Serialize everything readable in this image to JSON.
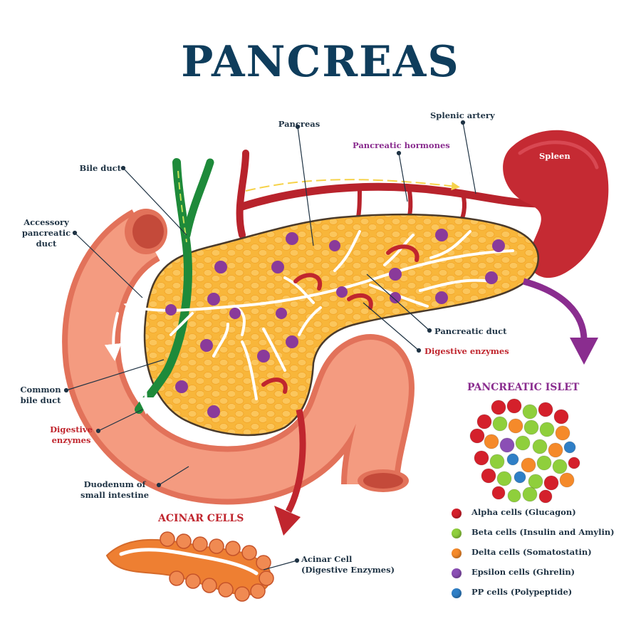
{
  "title": "PANCREAS",
  "labels": {
    "pancreas": "Pancreas",
    "splenic_artery": "Splenic artery",
    "pancreatic_hormones": "Pancreatic hormones",
    "spleen": "Spleen",
    "bile_duct": "Bile duct",
    "accessory_duct": "Accessory\npancreatic\nduct",
    "pancreatic_duct": "Pancreatic duct",
    "digestive_enzymes_right": "Digestive enzymes",
    "common_bile_duct": "Common\nbile duct",
    "digestive_enzymes_left": "Digestive\nenzymes",
    "duodenum": "Duodenum of\nsmall intestine",
    "acinar_cell": "Acinar Cell\n(Digestive Enzymes)"
  },
  "sections": {
    "islet_title": "PANCREATIC ISLET",
    "acinar_title": "ACINAR CELLS"
  },
  "legend": [
    {
      "label": "Alpha cells (Glucagon)",
      "color": "#d4202b"
    },
    {
      "label": "Beta cells (Insulin and Amylin)",
      "color": "#8fcf3c"
    },
    {
      "label": "Delta cells (Somatostatin)",
      "color": "#f58a2a"
    },
    {
      "label": "Epsilon cells (Ghrelin)",
      "color": "#8b4fb5"
    },
    {
      "label": "PP cells (Polypeptide)",
      "color": "#2f7fc6"
    }
  ],
  "colors": {
    "title": "#0f3d5c",
    "label": "#1f3344",
    "accent_red": "#c0262e",
    "accent_purple": "#8a2d8f",
    "pancreas_fill": "#f8b63a",
    "duodenum_fill": "#f08f73",
    "spleen_fill": "#c52a33",
    "bile_duct": "#1e8a3a",
    "islet_purple": "#8a3a9a"
  },
  "icons": {
    "duct_flow": "arrow-icon",
    "islet": "islet-cell-icon"
  }
}
